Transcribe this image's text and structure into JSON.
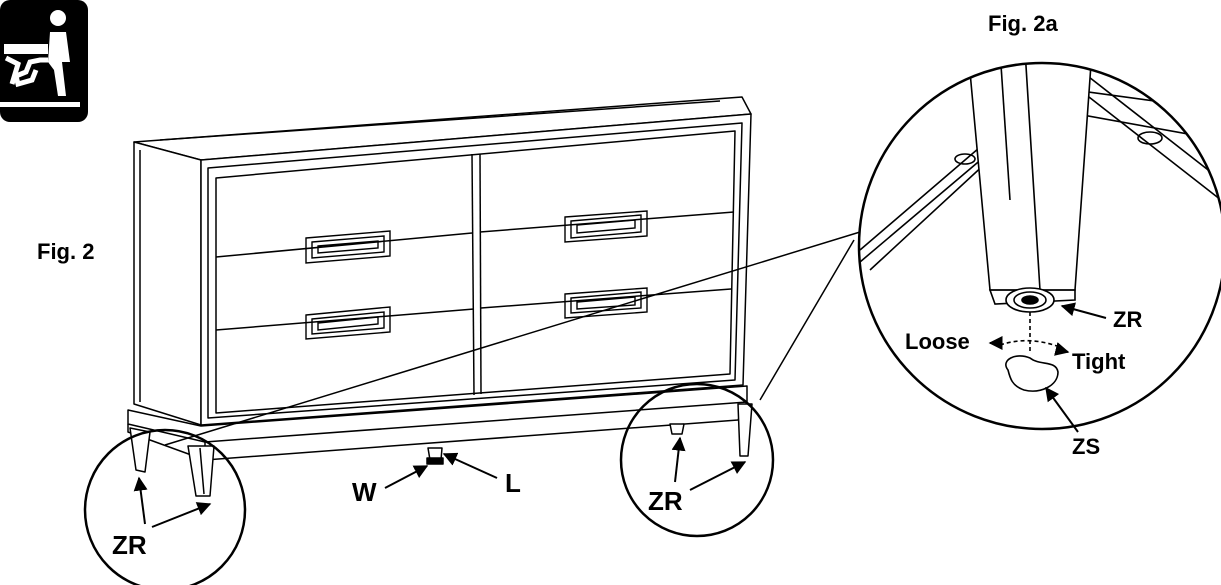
{
  "figures": {
    "fig2": {
      "title": "Fig. 2"
    },
    "fig2a": {
      "title": "Fig. 2a"
    }
  },
  "callouts": {
    "zr_left": "ZR",
    "zr_right": "ZR",
    "w": "W",
    "l": "L",
    "zr_detail": "ZR",
    "zs": "ZS",
    "loose": "Loose",
    "tight": "Tight"
  },
  "icons": {
    "warning": "two-person-lift-icon"
  },
  "colors": {
    "ink": "#000000",
    "background": "#ffffff"
  }
}
